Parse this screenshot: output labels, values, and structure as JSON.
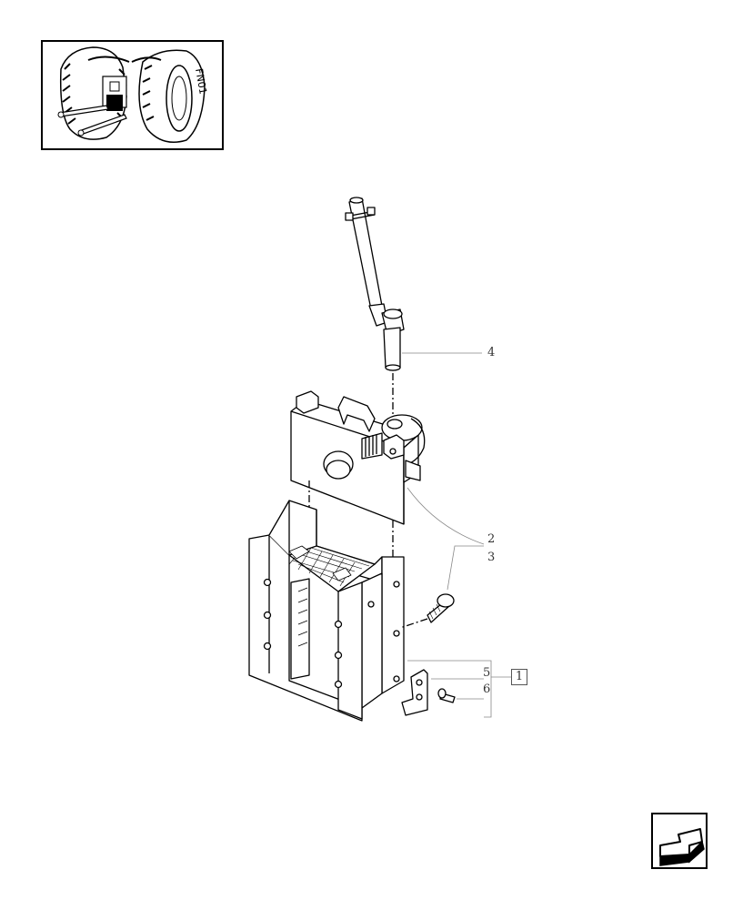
{
  "inset": {
    "icon": "tractor-rear-location-thumbnail",
    "caption": "FN01"
  },
  "callouts": {
    "c4": "4",
    "c2": "2",
    "c3": "3",
    "c5": "5",
    "c6": "6",
    "kit": "1"
  },
  "nav": {
    "icon": "previous-page-arrow-icon"
  }
}
